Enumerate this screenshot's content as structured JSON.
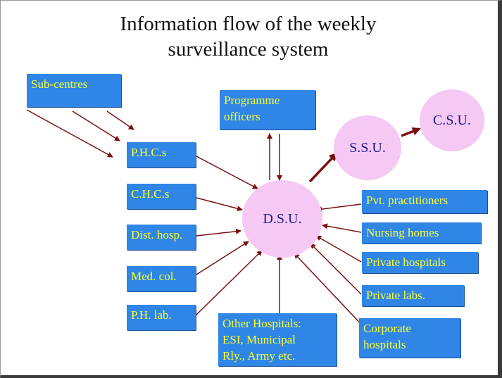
{
  "title_line1": "Information flow of the weekly",
  "title_line2": "surveillance system",
  "nodes": {
    "sub_centres": "Sub-centres",
    "programme_officers_1": "Programme",
    "programme_officers_2": "officers",
    "phcs": "P.H.C.s",
    "chcs": "C.H.C.s",
    "dist_hosp": "Dist. hosp.",
    "med_col": "Med. col.",
    "ph_lab": "P.H. lab.",
    "other_hosp_1": "Other Hospitals:",
    "other_hosp_2": "ESI, Municipal",
    "other_hosp_3": "Rly., Army etc.",
    "corporate_1": "Corporate",
    "corporate_2": "hospitals",
    "pvt_practitioners": "Pvt. practitioners",
    "nursing_homes": "Nursing homes",
    "private_hospitals": "Private hospitals",
    "private_labs": "Private labs.",
    "dsu": "D.S.U.",
    "ssu": "S.S.U.",
    "csu": "C.S.U."
  },
  "colors": {
    "box_fill": "#2f86e6",
    "box_text": "#ffff33",
    "circle_fill": "#f6c8f4",
    "circle_text": "#1c1c8a",
    "arrow": "#7a1010"
  }
}
